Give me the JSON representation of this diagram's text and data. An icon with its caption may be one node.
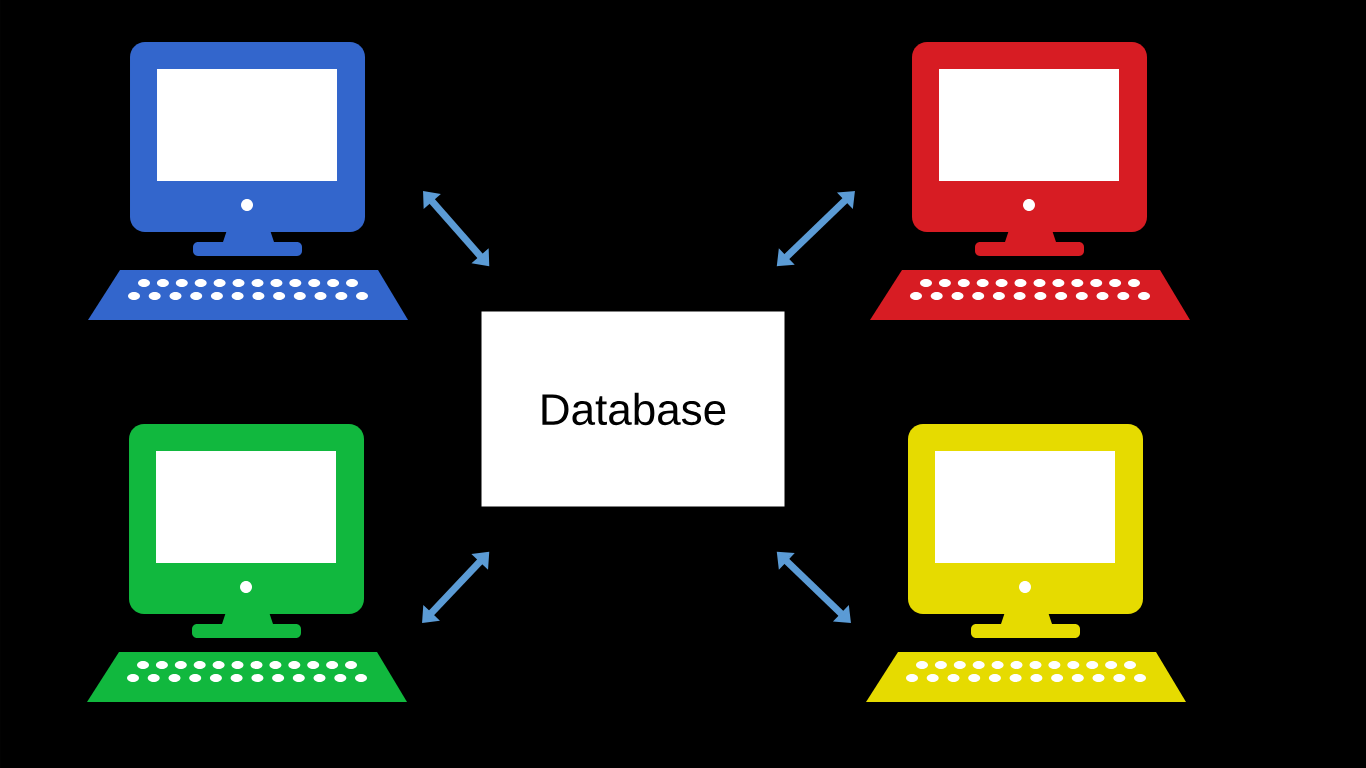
{
  "diagram": {
    "nodes": [
      {
        "text": [],
        "shape": "computer"
      },
      {
        "text": [],
        "shape": "computer"
      },
      {
        "text": [
          "Database"
        ]
      },
      {
        "text": [],
        "shape": "computer"
      },
      {
        "text": [],
        "shape": "computer"
      }
    ],
    "edges": [
      {
        "from": 0,
        "to": 2,
        "arrow": "both"
      },
      {
        "from": 1,
        "to": 2,
        "arrow": "both"
      },
      {
        "from": 3,
        "to": 2,
        "arrow": "both"
      },
      {
        "from": 4,
        "to": 2,
        "arrow": "both"
      }
    ]
  }
}
